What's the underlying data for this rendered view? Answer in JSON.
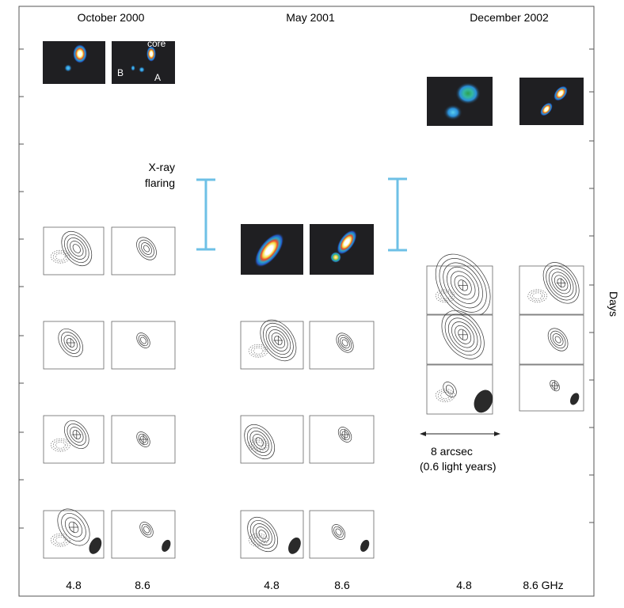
{
  "header": {
    "epochs": [
      "October 2000",
      "May 2001",
      "December 2002"
    ]
  },
  "axis": {
    "right_label": "Days"
  },
  "annotations": {
    "xray_flaring": [
      "X-ray",
      "flaring"
    ],
    "component_labels": {
      "core": "core",
      "b": "B",
      "a": "A"
    },
    "scale_bar": [
      "8 arcsec",
      "(0.6 light years)"
    ]
  },
  "footer": {
    "frequencies": [
      "4.8",
      "8.6",
      "4.8",
      "8.6",
      "4.8",
      "8.6 GHz"
    ]
  },
  "colors": {
    "xray_bracket": "#6ec0e6",
    "xray_background": "#1f1f22",
    "frame": "#555555",
    "contour": "#333333"
  }
}
